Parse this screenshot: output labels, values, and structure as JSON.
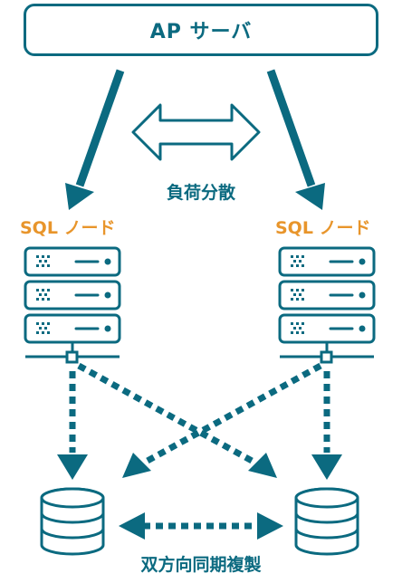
{
  "ap_server": {
    "label": "AP サーバ"
  },
  "load_balance": {
    "label": "負荷分散"
  },
  "sql_nodes": [
    {
      "label": "SQL ノード"
    },
    {
      "label": "SQL ノード"
    }
  ],
  "replication": {
    "label": "双方向同期複製"
  },
  "colors": {
    "primary": "#0b6a80",
    "accent": "#e8952b",
    "background": "#ffffff"
  }
}
